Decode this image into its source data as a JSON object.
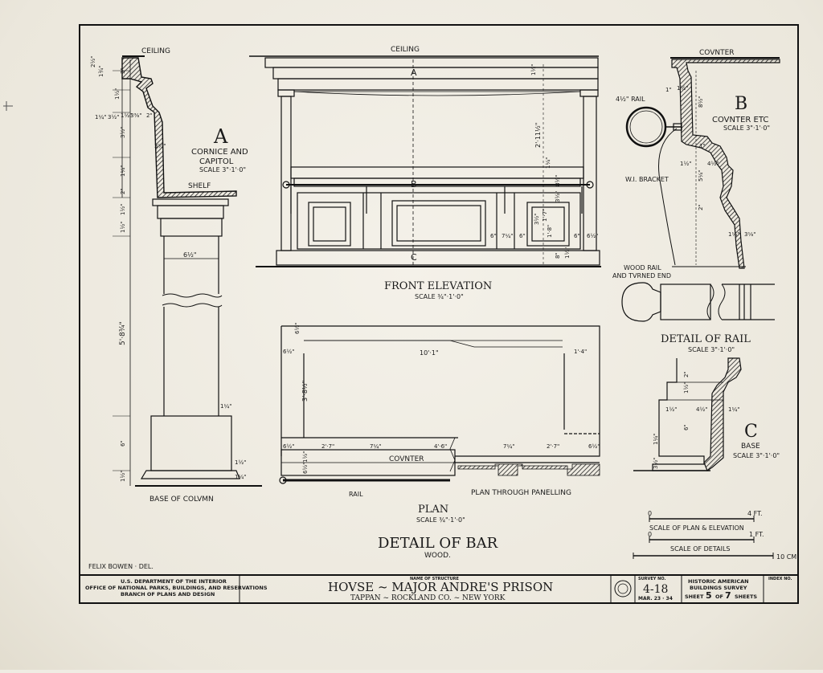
{
  "sheet": {
    "drawing_title": "DETAIL OF BAR",
    "drawing_subtitle": "WOOD.",
    "delineator": "FELIX BOWEN · DEL."
  },
  "detail_a": {
    "letter": "A",
    "title_line1": "CORNICE AND",
    "title_line2": "CAPITOL",
    "scale": "SCALE 3\"·1'·0\"",
    "label_ceiling": "CEILING",
    "label_shelf": "SHELF",
    "label_base": "BASE OF COLVMN",
    "dims": [
      "2½\"",
      "1¾\"",
      "3\"",
      "1½\"",
      "1¼\"",
      "3½\"",
      "1½\"",
      "3⅜\"",
      "2\"",
      "3½\"",
      "3¼\"",
      "1¼\"",
      "2\"",
      "1½\"",
      "1½\"",
      "6½\"",
      "5'·8¾\"",
      "1¼\"",
      "6\"",
      "1½\"",
      "1½\"",
      "1¼\""
    ]
  },
  "front_elevation": {
    "title": "FRONT ELEVATION",
    "scale": "SCALE ¾\"·1'·0\"",
    "label_ceiling": "CEILING",
    "markers": [
      "A",
      "B",
      "C"
    ],
    "dims": [
      "1½\"",
      "2'·11½\"",
      "1¼\"",
      "8½\"",
      "3½\"",
      "1'·8\"",
      "3½\"",
      "1'·7\"",
      "6\"",
      "7¼\"",
      "6\"",
      "6\"",
      "6½\"",
      "8\"",
      "1½\""
    ]
  },
  "plan": {
    "title": "PLAN",
    "scale": "SCALE ¾\"·1'·0\"",
    "label_counter": "COVNTER",
    "label_rail": "RAIL",
    "label_panelling": "PLAN THROUGH PANELLING",
    "dims": [
      "6½\"",
      "6½\"",
      "10'·1\"",
      "1'·4\"",
      "3'·8½\"",
      "6½\"",
      "2'·7\"",
      "7¼\"",
      "4'·6\"",
      "7¼\"",
      "2'·7\"",
      "6½\"",
      "1½\"",
      "6½\""
    ]
  },
  "detail_b": {
    "letter": "B",
    "title_line1": "COVNTER ETC",
    "scale": "SCALE 3\"·1'·0\"",
    "label_counter": "COVNTER",
    "label_rail": "4½\" RAIL",
    "label_bracket": "W.I. BRACKET",
    "dims": [
      "1\"",
      "1½\"",
      "8½\"",
      "1\"",
      "1½\"",
      "4½\"",
      "5¼\"",
      "2\"",
      "1⅛\"",
      "3⅛\""
    ]
  },
  "rail_detail": {
    "title": "DETAIL OF RAIL",
    "scale": "SCALE 3\"·1'·0\"",
    "label_end_line1": "WOOD RAIL",
    "label_end_line2": "AND TVRNED END"
  },
  "detail_c": {
    "letter": "C",
    "title_line1": "BASE",
    "scale": "SCALE 3\"·1'·0\"",
    "dims": [
      "2\"",
      "1½\"",
      "1½\"",
      "4½\"",
      "1¼\"",
      "6\"",
      "1¼\"",
      "3½\""
    ]
  },
  "scales": {
    "plan_label": "SCALE OF PLAN & ELEVATION",
    "plan_start": "0",
    "plan_end": "4 FT.",
    "details_label": "SCALE OF DETAILS",
    "details_start": "0",
    "details_end": "1 FT.",
    "cm_label": "10 CM."
  },
  "title_block": {
    "agency_line1": "U.S. DEPARTMENT OF THE INTERIOR",
    "agency_line2": "OFFICE OF NATIONAL PARKS, BUILDINGS, AND RESERVATIONS",
    "agency_line3": "BRANCH OF PLANS AND DESIGN",
    "structure_caption": "NAME OF STRUCTURE",
    "structure_name": "HOVSE ~ MAJOR ANDRE'S PRISON",
    "location": "TAPPAN ~ ROCKLAND CO. ~ NEW YORK",
    "survey_caption": "SURVEY NO.",
    "survey_no": "4-18",
    "survey_date": "MAR. 23 · 34",
    "habs_line1": "HISTORIC AMERICAN",
    "habs_line2": "BUILDINGS SURVEY",
    "sheet_label": "SHEET",
    "sheet_no": "5",
    "sheet_of": "OF",
    "sheet_total": "7",
    "sheets_label": "SHEETS",
    "index_caption": "INDEX NO."
  }
}
